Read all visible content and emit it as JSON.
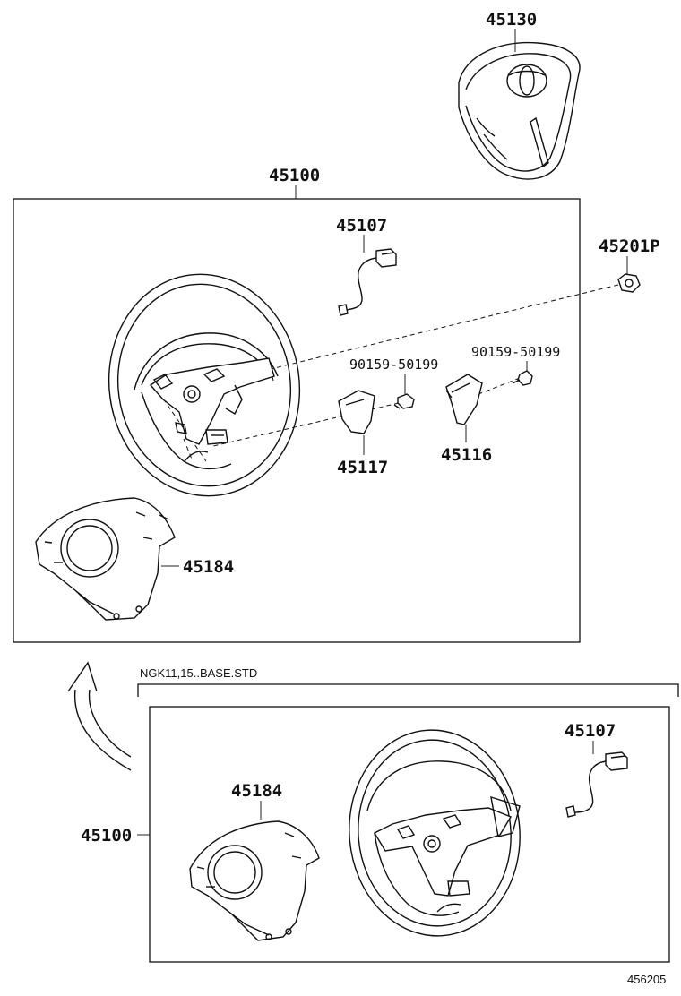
{
  "labels": {
    "airbag": "45130",
    "wheel_upper": "45100",
    "wire_upper": "45107",
    "nut": "45201P",
    "screw_left": "90159-50199",
    "screw_right": "90159-50199",
    "cover_left": "45117",
    "cover_right": "45116",
    "lower_cover_upper": "45184",
    "wheel_lower": "45100",
    "lower_cover_lower": "45184",
    "wire_lower": "45107"
  },
  "variant_note": "NGK11,15..BASE.STD",
  "diagram_code": "456205"
}
